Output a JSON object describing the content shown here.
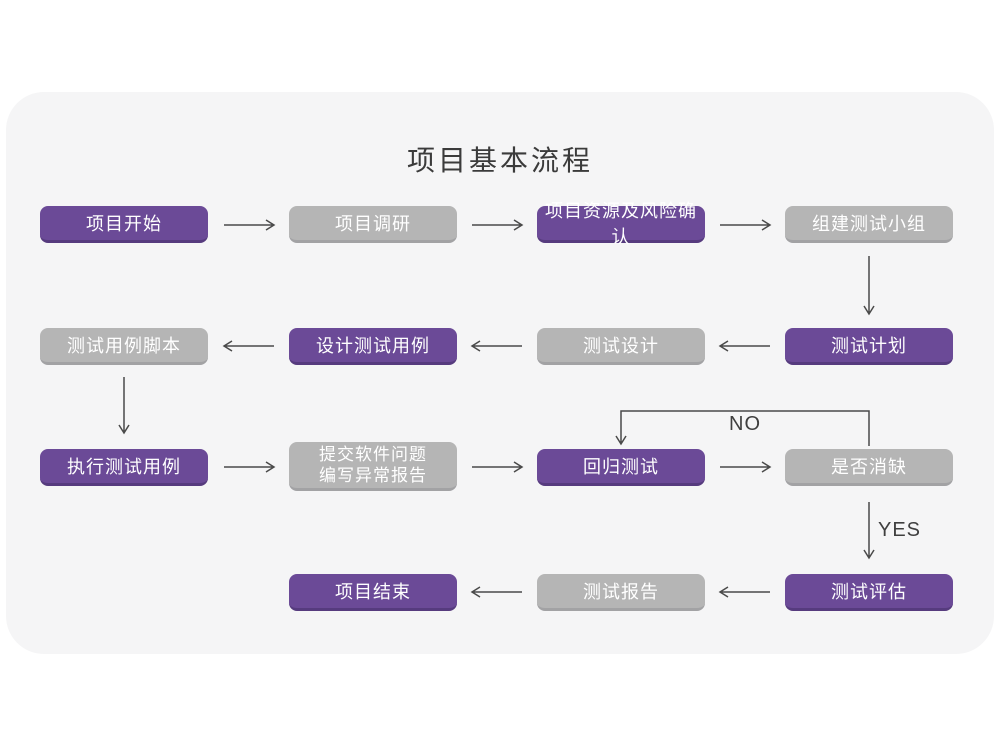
{
  "title": "项目基本流程",
  "colors": {
    "node_purple": "#6b4a97",
    "node_purple_edge": "#563b7e",
    "node_gray": "#b5b5b5",
    "node_gray_edge": "#a2a2a4",
    "panel_background": "#f5f5f6",
    "node_text": "#ffffff",
    "title_text": "#3b3b3b",
    "arrow": "#4a4a4a"
  },
  "edge_labels": {
    "no": "NO",
    "yes": "YES"
  },
  "nodes": [
    {
      "label": "项目开始",
      "variant": "purple"
    },
    {
      "label": "项目调研",
      "variant": "gray"
    },
    {
      "label": "项目资源及风险确认",
      "variant": "purple"
    },
    {
      "label": "组建测试小组",
      "variant": "gray"
    },
    {
      "label": "测试计划",
      "variant": "purple"
    },
    {
      "label": "测试设计",
      "variant": "gray"
    },
    {
      "label": "设计测试用例",
      "variant": "purple"
    },
    {
      "label": "测试用例脚本",
      "variant": "gray"
    },
    {
      "label": "执行测试用例",
      "variant": "purple"
    },
    {
      "label": "提交软件问题",
      "label2": "编写异常报告",
      "variant": "gray"
    },
    {
      "label": "回归测试",
      "variant": "purple"
    },
    {
      "label": "是否消缺",
      "variant": "gray"
    },
    {
      "label": "测试评估",
      "variant": "purple"
    },
    {
      "label": "测试报告",
      "variant": "gray"
    },
    {
      "label": "项目结束",
      "variant": "purple"
    }
  ]
}
